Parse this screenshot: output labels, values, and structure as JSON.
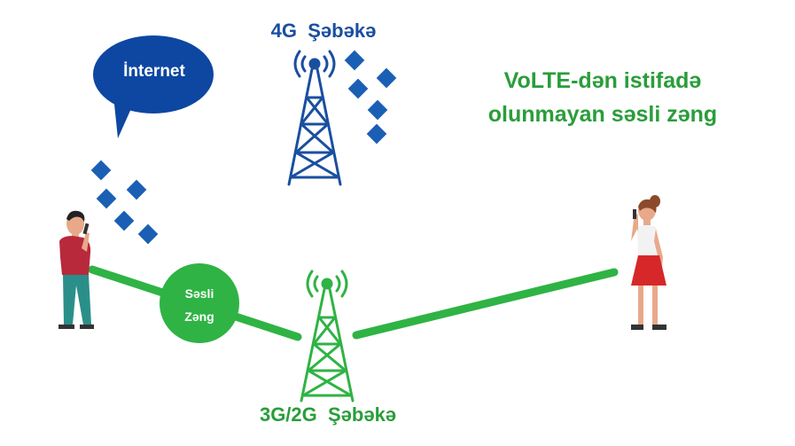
{
  "title_line1": "VoLTE-dən istifadə",
  "title_line2": "olunmayan səsli zəng",
  "network_4g_label": "4G  Şəbəkə",
  "network_3g_label": "3G/2G  Şəbəkə",
  "bubble_label": "İnternet",
  "call_label_line1": "Səsli",
  "call_label_line2": "Zəng",
  "colors": {
    "green": "#2a9d3a",
    "blue": "#1a4fa0",
    "bubble": "#0d47a1"
  },
  "icons": [
    "man-on-phone-icon",
    "woman-on-phone-icon",
    "cell-tower-4g-icon",
    "cell-tower-3g-icon",
    "data-packet-icon",
    "speech-bubble-icon"
  ]
}
